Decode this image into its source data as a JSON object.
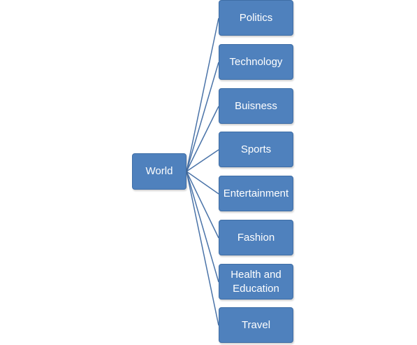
{
  "diagram": {
    "root": {
      "label": "World"
    },
    "children": [
      {
        "label": "Politics"
      },
      {
        "label": "Technology"
      },
      {
        "label": "Buisness"
      },
      {
        "label": "Sports"
      },
      {
        "label": "Entertainment"
      },
      {
        "label": "Fashion"
      },
      {
        "label": "Health and\nEducation"
      },
      {
        "label": "Travel"
      }
    ]
  },
  "colors": {
    "node_fill": "#4f81bd",
    "node_border": "#3f6ea6",
    "connector": "#4a73a8",
    "node_text": "#ffffff"
  }
}
